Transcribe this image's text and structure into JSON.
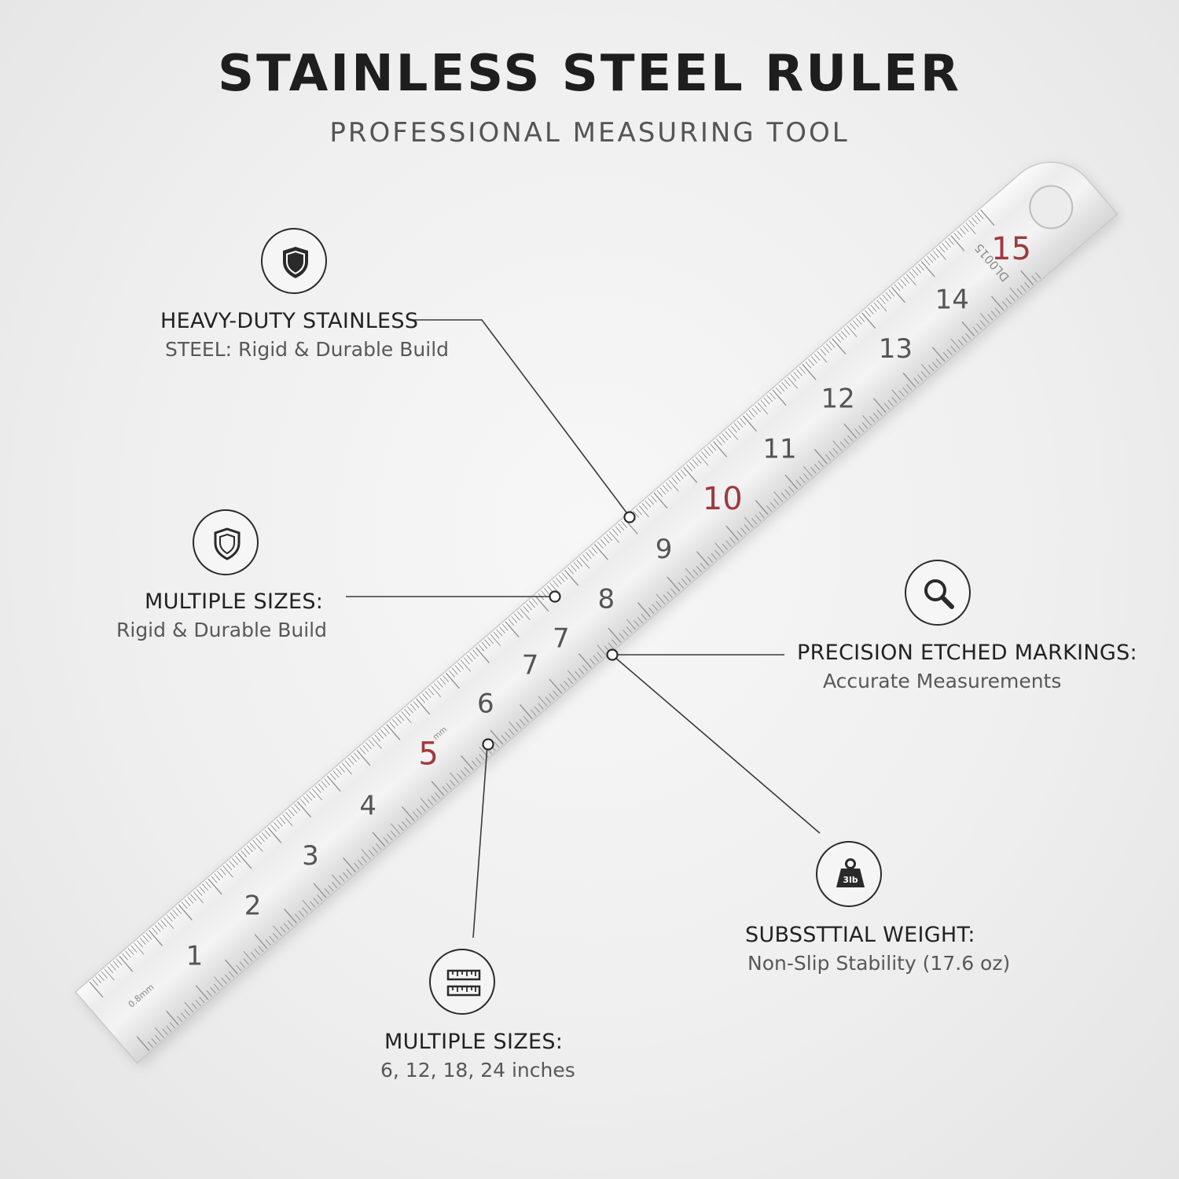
{
  "header": {
    "title": "STAINLESS STEEL RULER",
    "subtitle": "PROFESSIONAL MEASURING TOOL"
  },
  "ruler": {
    "numbers": [
      "1",
      "2",
      "3",
      "4",
      "5",
      "6",
      "7",
      "7",
      "8",
      "9",
      "10",
      "11",
      "12",
      "13",
      "14",
      "15"
    ],
    "highlight_numbers": [
      "5",
      "10",
      "15"
    ],
    "model_label": "DL0015",
    "unit_label": "mm",
    "small_label": "0.8mm",
    "accent_color": "#9e3a3f"
  },
  "features": [
    {
      "title": "HEAVY-DUTY STAINLESS",
      "subtitle": "STEEL: Rigid & Durable Build",
      "icon": "shield-filled-icon"
    },
    {
      "title": "MULTIPLE SIZES:",
      "subtitle": "Rigid & Durable Build",
      "icon": "shield-outline-icon"
    },
    {
      "title": "PRECISION ETCHED MARKINGS:",
      "subtitle": "Accurate Measurements",
      "icon": "magnifier-icon"
    },
    {
      "title": "SUBSSTTIAL WEIGHT:",
      "subtitle": "Non-Slip Stability (17.6 oz)",
      "icon": "weight-icon",
      "icon_text": "3lb"
    },
    {
      "title": "MULTIPLE SIZES:",
      "subtitle": "6, 12, 18, 24 inches",
      "icon": "ruler-icon"
    }
  ]
}
